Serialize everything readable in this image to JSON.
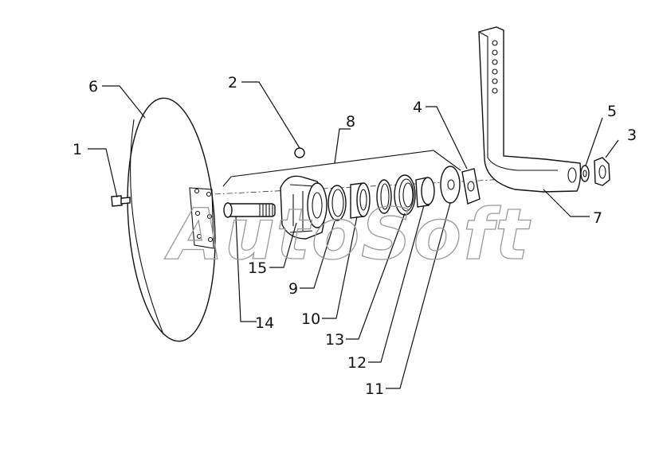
{
  "watermark": "AutoSoft",
  "callouts": {
    "c1": "1",
    "c2": "2",
    "c3": "3",
    "c4": "4",
    "c5": "5",
    "c6": "6",
    "c7": "7",
    "c8": "8",
    "c9": "9",
    "c10": "10",
    "c11": "11",
    "c12": "12",
    "c13": "13",
    "c14": "14",
    "c15": "15"
  },
  "colors": {
    "line": "#111111",
    "watermark": "#9a9a9a",
    "background": "#ffffff"
  }
}
